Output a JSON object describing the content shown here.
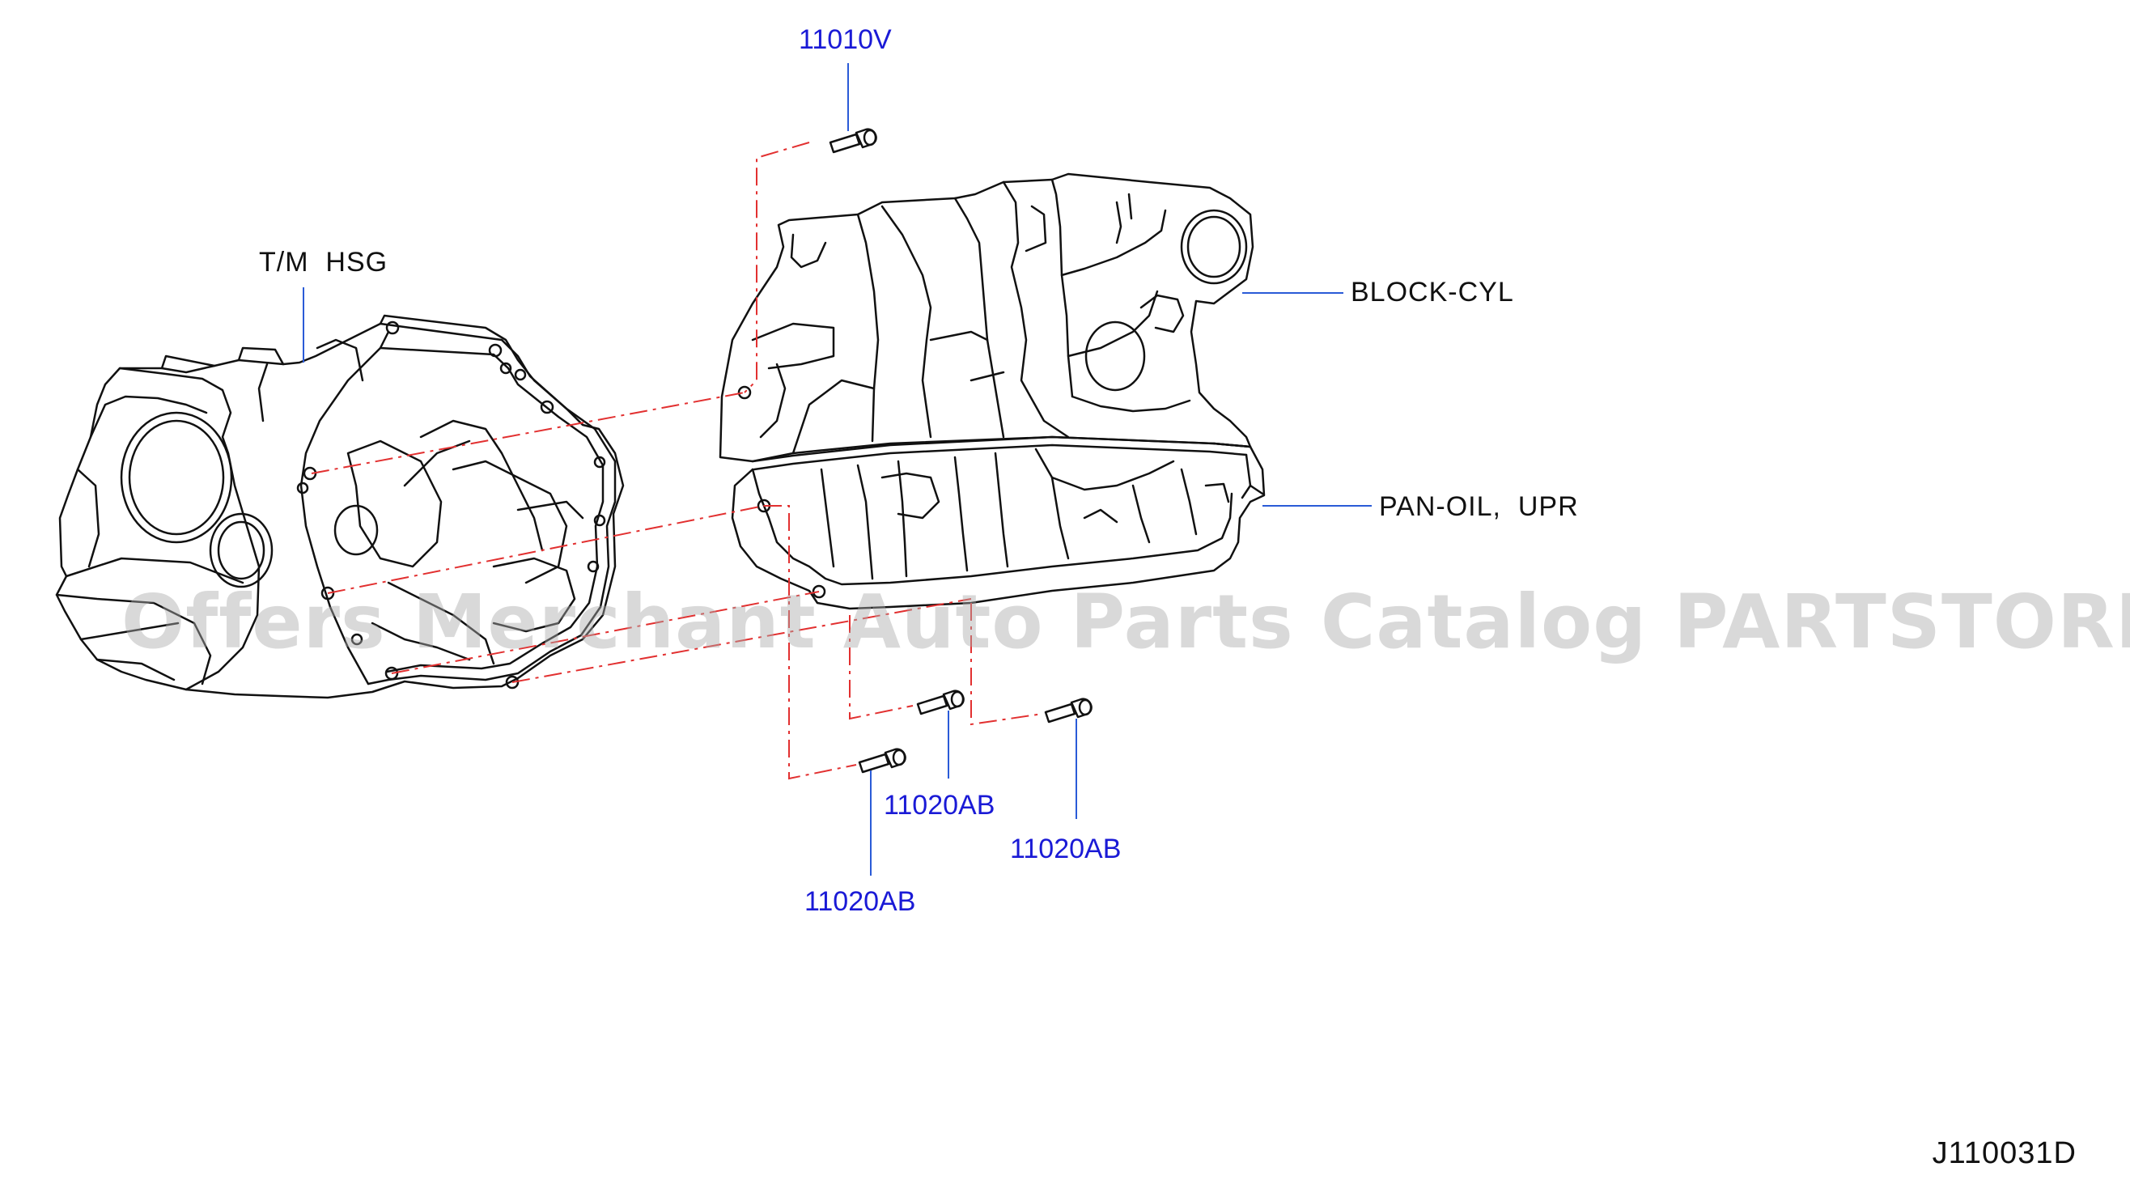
{
  "diagram_id": "J110031D",
  "watermark": "Offers Merchant Auto Parts Catalog PARTSTORE.SA",
  "colors": {
    "line_art": "#111111",
    "part_number": "#1a1ad6",
    "leader_line": "#2a5bd7",
    "alignment_line": "#e23030",
    "watermark": "#aaaaaa"
  },
  "components": {
    "transmission_housing": {
      "label": "T/M  HSG"
    },
    "cylinder_block": {
      "label": "BLOCK-CYL"
    },
    "upper_oil_pan": {
      "label": "PAN-OIL,  UPR"
    }
  },
  "callouts": {
    "bolt_top": {
      "part_number": "11010V"
    },
    "bolt_lower_left": {
      "part_number": "11020AB"
    },
    "bolt_lower_middle": {
      "part_number": "11020AB"
    },
    "bolt_lower_right": {
      "part_number": "11020AB"
    }
  }
}
